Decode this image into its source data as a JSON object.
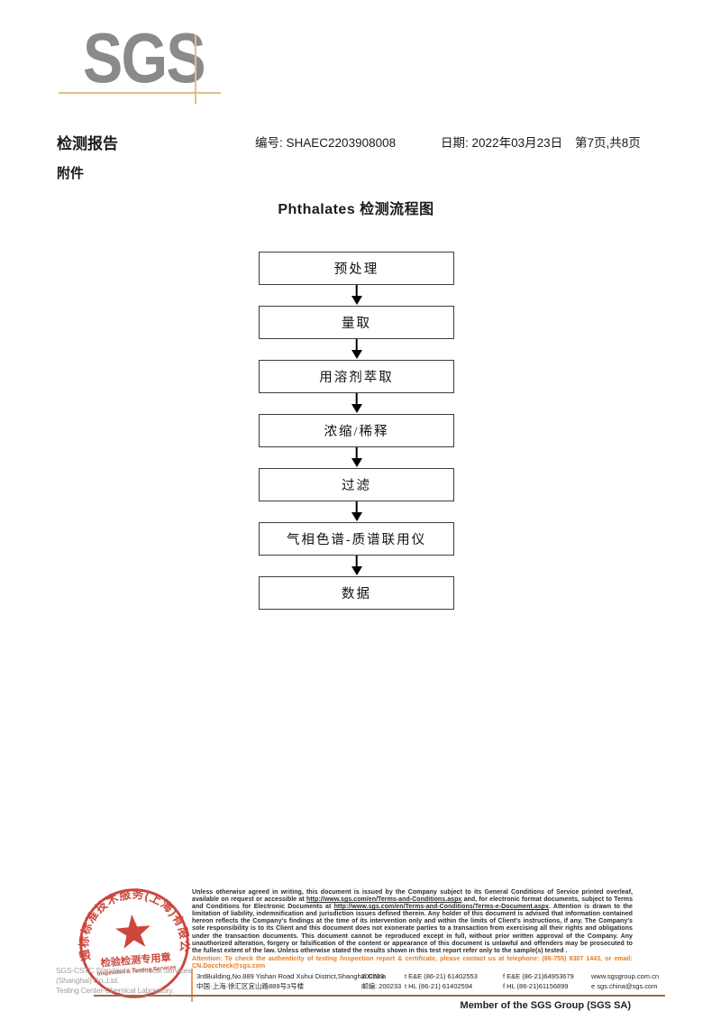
{
  "logo": {
    "text": "SGS"
  },
  "header": {
    "report_title": "检测报告",
    "number_label": "编号:",
    "number_value": "SHAEC2203908008",
    "date_label": "日期:",
    "date_value": "2022年03月23日",
    "page_info": "第7页,共8页",
    "attachment_label": "附件"
  },
  "flowchart": {
    "title": "Phthalates 检测流程图",
    "steps": [
      "预处理",
      "量取",
      "用溶剂萃取",
      "浓缩/稀释",
      "过滤",
      "气相色谱-质谱联用仪",
      "数据"
    ]
  },
  "stamp": {
    "ring_text": "通标标准技术服务(上海)有限公司",
    "center_line1": "检验检测专用章",
    "center_line2": "Inspection & Testing Services",
    "company_line1": "SGS-CSTC Standards Technical Services (Shanghai) Co.,Ltd.",
    "company_line2": "Testing Center-Chemical Laboratory.",
    "red": "#c8372c"
  },
  "disclaimer": {
    "part1": "Unless otherwise agreed in writing, this document is issued by the Company subject to its General Conditions of Service printed overleaf, available on request or accessible at ",
    "url1": "http://www.sgs.com/en/Terms-and-Conditions.aspx",
    "part2": " and, for electronic format documents, subject to Terms and Conditions for Electronic Documents at ",
    "url2": "http://www.sgs.com/en/Terms-and-Conditions/Terms-e-Document.aspx",
    "part3": ". Attention is drawn to the limitation of liability, indemnification and jurisdiction issues defined therein. Any holder of this document is advised that information contained hereon reflects the Company's findings at the time of its intervention only and within the limits of Client's instructions, if any. The Company's sole responsibility is to its Client and this document does not exonerate parties to a transaction from exercising all their rights and obligations under the transaction documents. This document cannot be reproduced except in full, without prior written approval of the Company. Any unauthorized alteration, forgery or falsification of the content or appearance of this document is unlawful and offenders may be prosecuted to the fullest extent of the law. Unless otherwise stated the results shown in this test report refer only to the sample(s) tested .",
    "attention_text": "Attention: To check the authenticity of testing /inspection report & certificate, please contact us at telephone: (86-755) 8307 1443, or email: ",
    "attention_email": "CN.Doccheck@sgs.com"
  },
  "address": {
    "row1": {
      "street": "3rdBuilding,No.889 Yishan Road Xuhui District,Shanghai China",
      "postcode": "200233",
      "tel": "t E&E (86-21) 61402553",
      "fax": "f E&E (86-21)64953679",
      "web": "www.sgsgroup.com.cn"
    },
    "row2": {
      "street": "中国·上海·徐汇区宜山路889号3号楼",
      "postcode": "邮编: 200233",
      "tel": "t HL (86-21) 61402594",
      "fax": "f HL (86-21)61156899",
      "web": "e sgs.china@sgs.com"
    }
  },
  "footer": {
    "member_text": "Member of the SGS Group (SGS SA)"
  }
}
